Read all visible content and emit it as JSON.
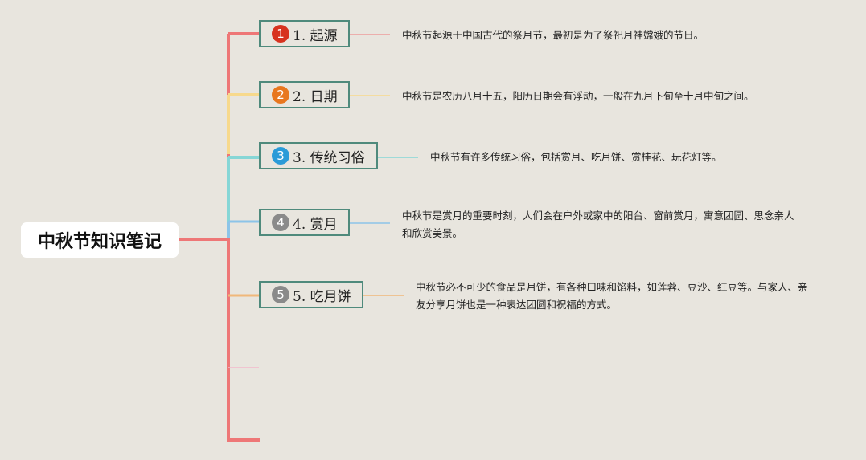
{
  "root": {
    "title": "中秋节知识笔记"
  },
  "topics": [
    {
      "number": "1",
      "label": "1. 起源",
      "badge_color": "#d7321f",
      "line_color": "#ee8f8f",
      "description": "中秋节起源于中国古代的祭月节，最初是为了祭祀月神嫦娥的节日。"
    },
    {
      "number": "2",
      "label": "2. 日期",
      "badge_color": "#e8771f",
      "line_color": "#f7d98c",
      "description": "中秋节是农历八月十五，阳历日期会有浮动，一般在九月下旬至十月中旬之间。"
    },
    {
      "number": "3",
      "label": "3. 传统习俗",
      "badge_color": "#2a9bd8",
      "line_color": "#86d6d6",
      "description": "中秋节有许多传统习俗，包括赏月、吃月饼、赏桂花、玩花灯等。"
    },
    {
      "number": "4",
      "label": "4. 赏月",
      "badge_color": "#8a8a8a",
      "line_color": "#8cc4e8",
      "description": "中秋节是赏月的重要时刻，人们会在户外或家中的阳台、窗前赏月，寓意团圆、思念亲人和欣赏美景。"
    },
    {
      "number": "5",
      "label": "5. 吃月饼",
      "badge_color": "#8a8a8a",
      "line_color": "#f0b87a",
      "description": "中秋节必不可少的食品是月饼，有各种口味和馅料，如莲蓉、豆沙、红豆等。与家人、亲友分享月饼也是一种表达团圆和祝福的方式。"
    }
  ],
  "colors": {
    "trunk": "#ee7777",
    "border": "#4f8a7c",
    "background": "#e8e5de"
  }
}
